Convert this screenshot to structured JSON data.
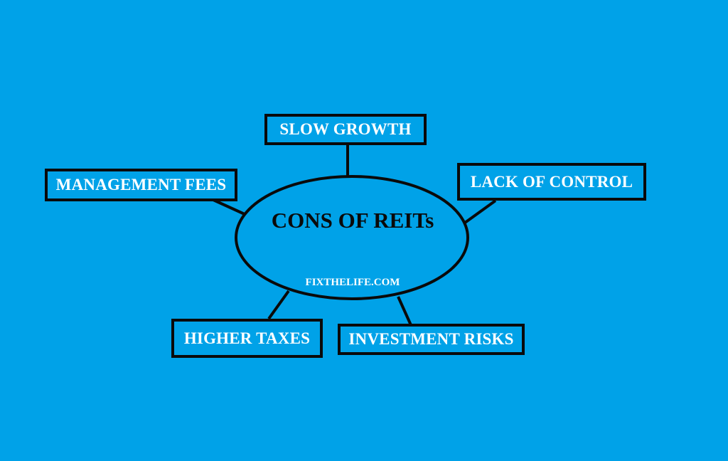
{
  "colors": {
    "background": "#00a2e8",
    "outline": "#0a0a0a",
    "box_text": "#ffffff",
    "center_text": "#0a0a0a"
  },
  "diagram": {
    "center": {
      "title": "CONS OF REITs",
      "watermark": "FIXTHELIFE.COM"
    },
    "nodes": [
      {
        "id": "slow-growth",
        "label": "SLOW GROWTH"
      },
      {
        "id": "management-fees",
        "label": "MANAGEMENT FEES"
      },
      {
        "id": "lack-of-control",
        "label": "LACK OF CONTROL"
      },
      {
        "id": "higher-taxes",
        "label": "HIGHER TAXES"
      },
      {
        "id": "investment-risks",
        "label": "INVESTMENT RISKS"
      }
    ]
  }
}
